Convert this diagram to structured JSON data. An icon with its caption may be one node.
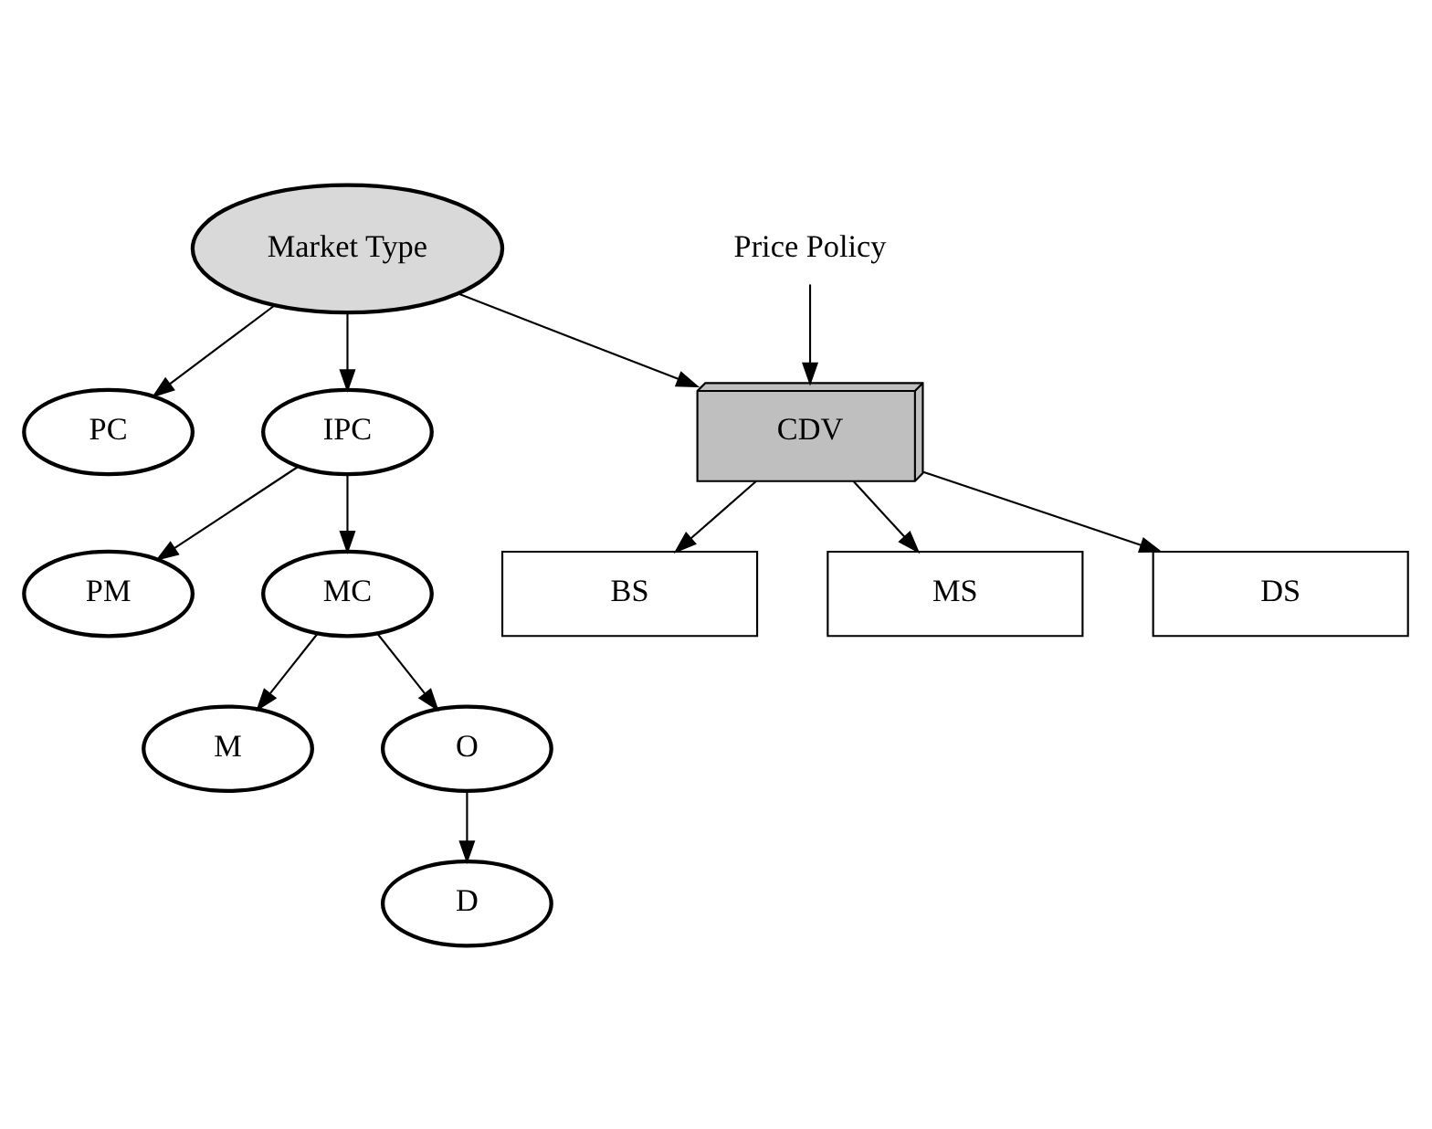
{
  "diagram": {
    "nodes": [
      {
        "text": [
          "D"
        ]
      },
      {
        "text": [
          "M"
        ]
      },
      {
        "text": [
          "O"
        ]
      },
      {
        "text": [
          "PM"
        ]
      },
      {
        "text": [
          "MC"
        ]
      },
      {
        "text": [
          "PC"
        ]
      },
      {
        "text": [
          "Market Type"
        ]
      },
      {
        "text": [
          "IPC"
        ]
      },
      {
        "text": [
          "Price Policy"
        ]
      },
      {
        "text": [
          "CDV"
        ]
      },
      {
        "text": [
          "BS"
        ]
      },
      {
        "text": [
          "MS"
        ]
      },
      {
        "text": [
          "DS"
        ]
      }
    ],
    "edges": [
      {
        "from": 2,
        "to": 0,
        "arrow": "to"
      },
      {
        "from": 4,
        "to": 1,
        "arrow": "to"
      },
      {
        "from": 4,
        "to": 2,
        "arrow": "to"
      },
      {
        "from": 7,
        "to": 3,
        "arrow": "to"
      },
      {
        "from": 7,
        "to": 4,
        "arrow": "to"
      },
      {
        "from": 6,
        "to": 5,
        "arrow": "to"
      },
      {
        "from": 6,
        "to": 7,
        "arrow": "to"
      },
      {
        "from": 8,
        "to": 9,
        "arrow": "to"
      },
      {
        "from": 6,
        "to": 9,
        "arrow": "to"
      },
      {
        "from": 9,
        "to": 10,
        "arrow": "to"
      },
      {
        "from": 9,
        "to": 11,
        "arrow": "to"
      },
      {
        "from": 9,
        "to": 12,
        "arrow": "to"
      }
    ]
  }
}
